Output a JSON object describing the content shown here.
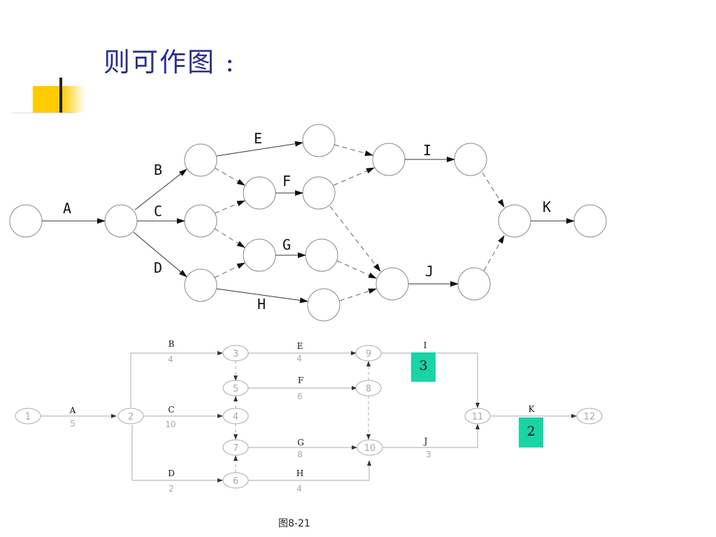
{
  "slide": {
    "title": "则可作图 :",
    "caption": "图8-21"
  },
  "top_diagram": {
    "edge_labels": [
      "A",
      "B",
      "C",
      "D",
      "E",
      "F",
      "G",
      "H",
      "I",
      "J",
      "K"
    ]
  },
  "bottom_diagram": {
    "nodes": [
      "1",
      "2",
      "3",
      "4",
      "5",
      "6",
      "7",
      "8",
      "9",
      "10",
      "11",
      "12"
    ],
    "activities": [
      {
        "name": "A",
        "duration": "5"
      },
      {
        "name": "B",
        "duration": "4"
      },
      {
        "name": "C",
        "duration": "10"
      },
      {
        "name": "D",
        "duration": "2"
      },
      {
        "name": "E",
        "duration": "4"
      },
      {
        "name": "F",
        "duration": "6"
      },
      {
        "name": "G",
        "duration": "8"
      },
      {
        "name": "H",
        "duration": "4"
      },
      {
        "name": "I",
        "duration": ""
      },
      {
        "name": "J",
        "duration": "3"
      },
      {
        "name": "K",
        "duration": ""
      }
    ],
    "highlights": [
      "3",
      "2"
    ]
  },
  "colors": {
    "title": "#2b2f8a",
    "accent": "#ffcc00",
    "highlight": "#19d4a4"
  }
}
